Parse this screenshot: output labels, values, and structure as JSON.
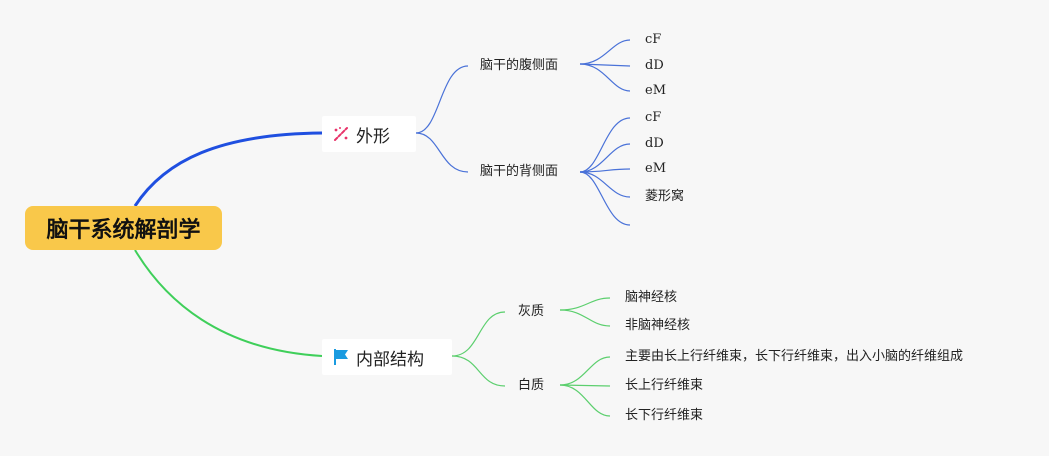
{
  "root": {
    "label": "脑干系统解剖学"
  },
  "branches": [
    {
      "label": "外形",
      "icon": "sparkle-wand-icon",
      "color": "#1f4fe0",
      "children": [
        {
          "label": "脑干的腹侧面",
          "children": [
            "cF",
            "dD",
            "eM"
          ]
        },
        {
          "label": "脑干的背侧面",
          "children": [
            "cF",
            "dD",
            "eM",
            "菱形窝",
            ""
          ]
        }
      ]
    },
    {
      "label": "内部结构",
      "icon": "flag-icon",
      "color": "#3fcf5a",
      "children": [
        {
          "label": "灰质",
          "children": [
            "脑神经核",
            "非脑神经核"
          ]
        },
        {
          "label": "白质",
          "children": [
            "主要由长上行纤维束，长下行纤维束，出入小脑的纤维组成",
            "长上行纤维束",
            "长下行纤维束"
          ]
        }
      ]
    }
  ],
  "colors": {
    "root_fill": "#f9c84a",
    "branch_outer_line": "#1f4fe0",
    "branch_inner_line": "#4a72d8",
    "green_outer_line": "#3fcf5a",
    "green_inner_line": "#5ccf6e",
    "icon_pink": "#e8336a",
    "icon_blue": "#1a9be0"
  }
}
